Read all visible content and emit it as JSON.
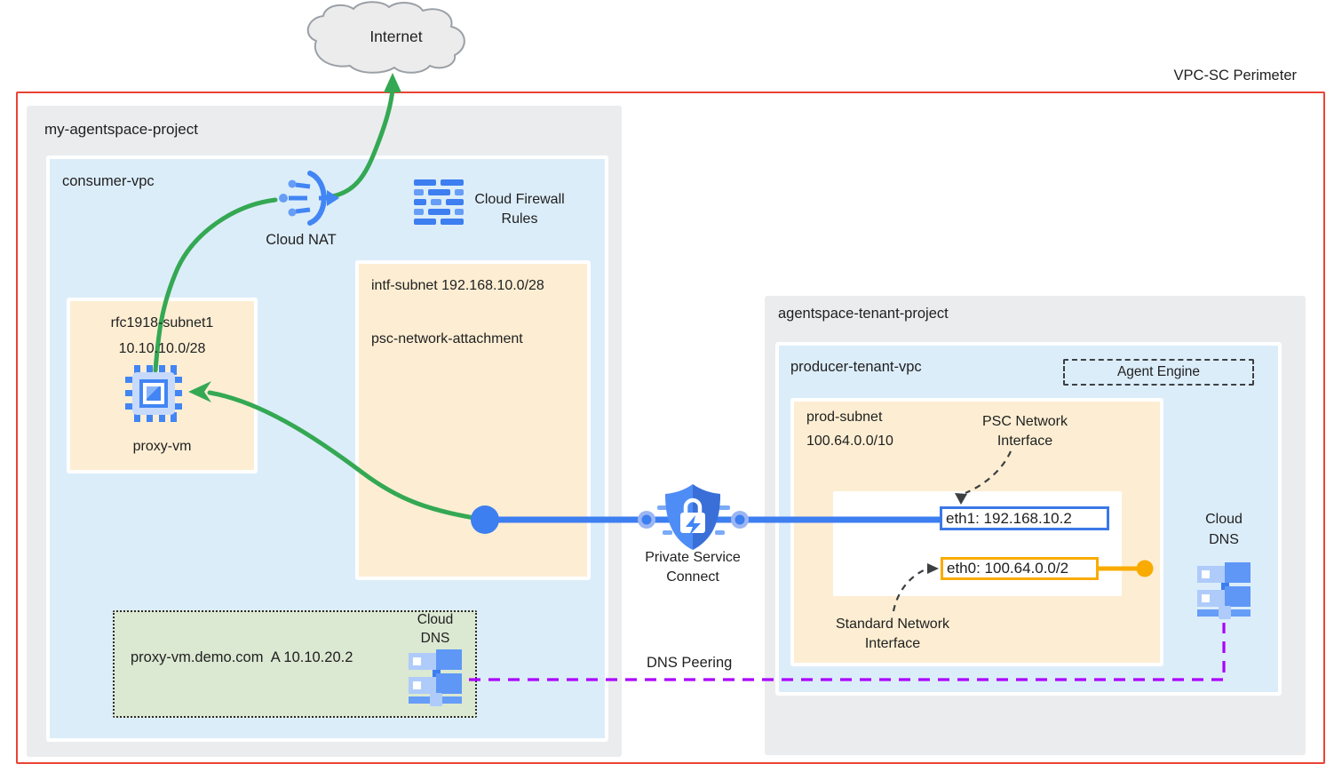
{
  "perimeter_label": "VPC-SC Perimeter",
  "internet_label": "Internet",
  "consumer": {
    "project_name": "my-agentspace-project",
    "vpc_name": "consumer-vpc",
    "cloud_nat_label": "Cloud NAT",
    "firewall_label": {
      "line1": "Cloud Firewall",
      "line2": "Rules"
    },
    "intf_subnet_label": "intf-subnet 192.168.10.0/28",
    "psc_attachment_label": "psc-network-attachment",
    "rfc_subnet": {
      "name": "rfc1918-subnet1",
      "cidr": "10.10.10.0/28",
      "vm_label": "proxy-vm"
    },
    "dns_zone": {
      "record": "proxy-vm.demo.com  A 10.10.20.2",
      "label_line1": "Cloud",
      "label_line2": "DNS"
    }
  },
  "tenant": {
    "project_name": "agentspace-tenant-project",
    "vpc_name": "producer-tenant-vpc",
    "agent_engine_label": "Agent Engine",
    "prod_subnet": {
      "name": "prod-subnet",
      "cidr": "100.64.0.0/10"
    },
    "eth1_label": "eth1: 192.168.10.2",
    "eth0_label": "eth0: 100.64.0.0/2",
    "psc_interface_label": {
      "line1": "PSC Network",
      "line2": "Interface"
    },
    "standard_interface_label": {
      "line1": "Standard Network",
      "line2": "Interface"
    },
    "dns_label": {
      "line1": "Cloud",
      "line2": "DNS"
    }
  },
  "connections": {
    "psc_label": {
      "line1": "Private Service",
      "line2": "Connect"
    },
    "dns_peering_label": "DNS Peering"
  },
  "icons": {
    "internet": "internet-cloud-icon",
    "nat": "cloud-nat-icon",
    "firewall": "cloud-firewall-icon",
    "vm": "compute-engine-icon",
    "dns": "cloud-dns-icon",
    "psc": "private-service-connect-shield-icon"
  },
  "colors": {
    "perimeter_red": "#ea4335",
    "flow_green": "#34a853",
    "link_blue": "#3d7ef0",
    "peering_purple": "#aa00ff",
    "interface_gold": "#f9ab00",
    "project_gray": "#eaecee",
    "vpc_blue": "#dcedfa",
    "subnet_cream": "#fdeed3",
    "dns_zone_green": "#dbe8d2"
  }
}
